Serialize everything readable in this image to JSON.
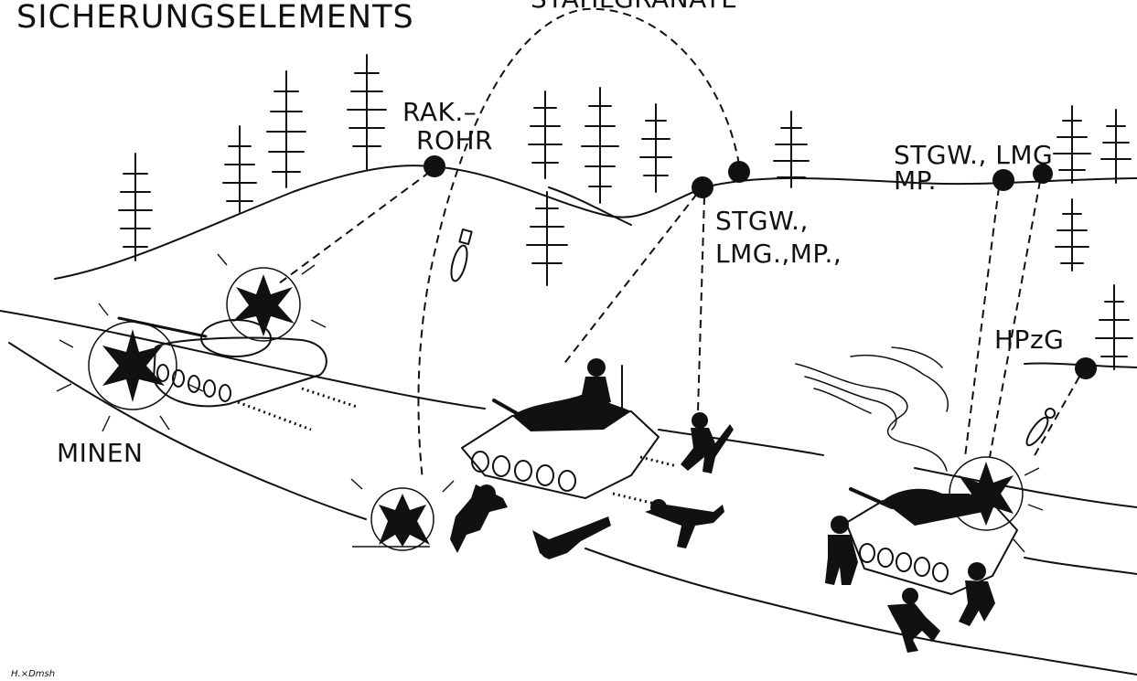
{
  "labels": {
    "title_fragment": "SICHERUNGSELEMENTS",
    "top_fragment": "STAHLGRANATE",
    "rak_line1": "RAK.–",
    "rak_line2": "ROHR",
    "stgw_lmg_mp_line1": "STGW.,",
    "stgw_lmg_mp_line2": "LMG.,MP.,",
    "stgw_lmg_right_line1": "STGW., LMG",
    "stgw_lmg_right_line2": "MP.",
    "hpzg": "HPzG",
    "minen": "MINEN",
    "signature": "H.×Dmsh"
  }
}
